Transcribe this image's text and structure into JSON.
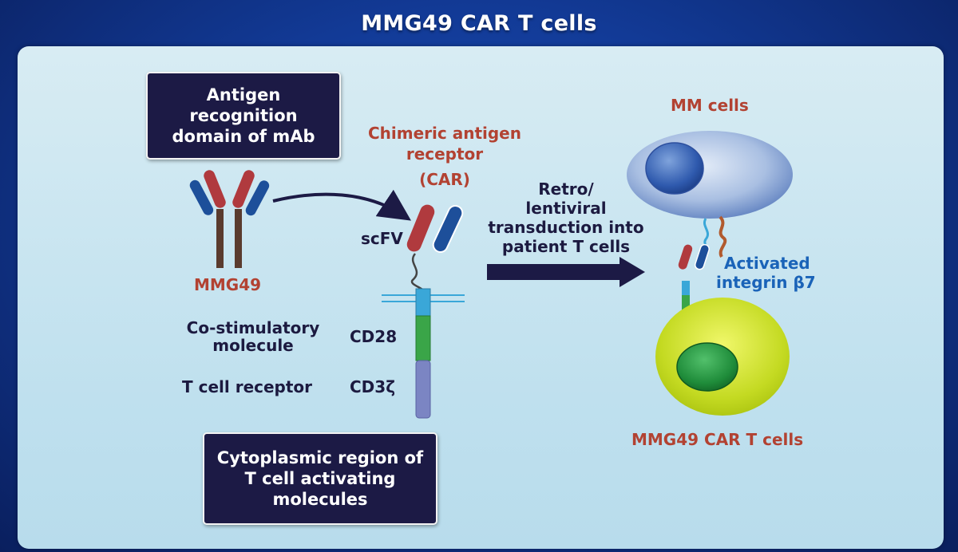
{
  "title": "MMG49 CAR T cells",
  "antigen_box": {
    "line1": "Antigen",
    "line2": "recognition",
    "line3": "domain of mAb"
  },
  "antibody_label": "MMG49",
  "car_label": {
    "line1": "Chimeric antigen",
    "line2": "receptor",
    "line3": "(CAR)"
  },
  "scfv_label": "scFV",
  "costim": {
    "line1": "Co-stimulatory",
    "line2": "molecule",
    "domain": "CD28"
  },
  "tcr": {
    "label": "T cell receptor",
    "domain": "CD3ζ"
  },
  "cyto_box": {
    "line1": "Cytoplasmic region of",
    "line2": "T cell activating",
    "line3": "molecules"
  },
  "transduction": {
    "line1": "Retro/",
    "line2": "lentiviral",
    "line3": "transduction into",
    "line4": "patient T cells"
  },
  "mm_cells_label": "MM cells",
  "integrin": {
    "line1": "Activated",
    "line2": "integrin β7"
  },
  "car_t_label": "MMG49 CAR T cells",
  "colors": {
    "heavy_chain": "#b03a3e",
    "light_chain": "#1d4f9a",
    "stalk": "#5a3b2e",
    "transmembrane": "#3aa7d8",
    "cd28": "#3aa548",
    "cd3z": "#7b85c3",
    "arrow": "#1c1a45",
    "mm_cell": "#b3c7e6",
    "t_cell": "#c8dd2a",
    "t_nucleus": "#1f8c3a"
  }
}
